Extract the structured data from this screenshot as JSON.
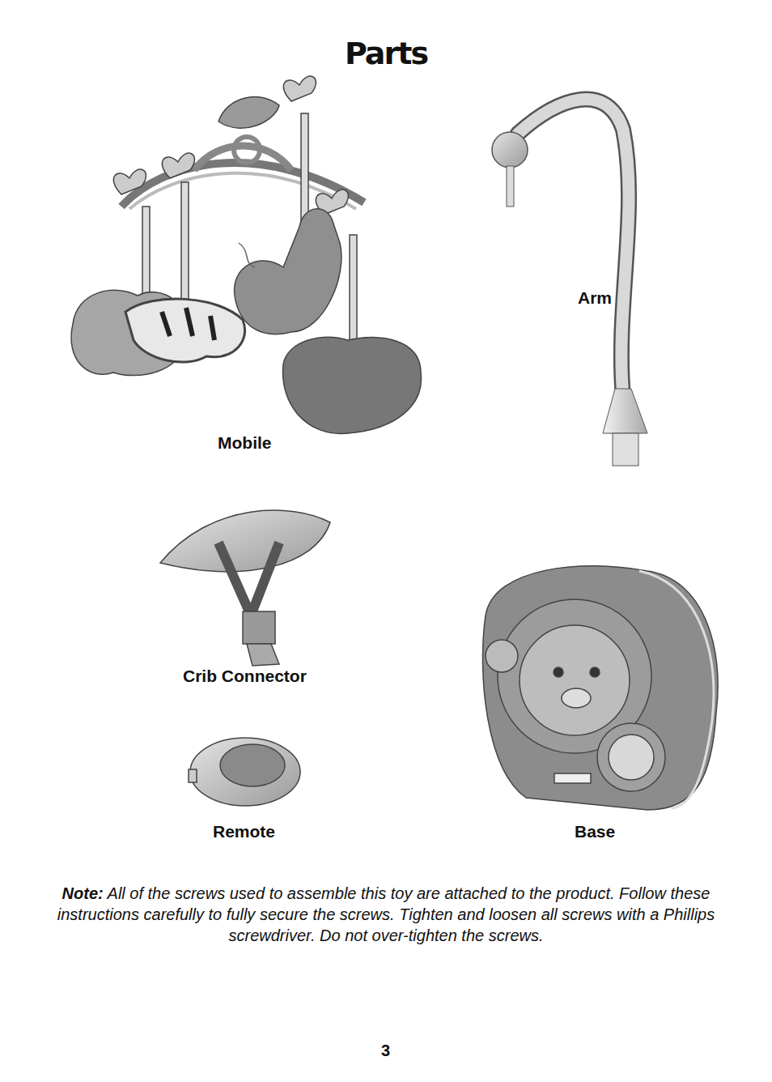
{
  "diagram": {
    "title": "Parts",
    "labels": [
      "Mobile",
      "Arm",
      "Crib Connector",
      "Remote",
      "Base",
      "Note:",
      "All of the screws used to assemble this toy are attached to the product. Follow these instructions carefully to fully secure the screws. Tighten and loosen all screws with a Phillips screwdriver. Do not over-tighten the screws.",
      "3"
    ]
  }
}
